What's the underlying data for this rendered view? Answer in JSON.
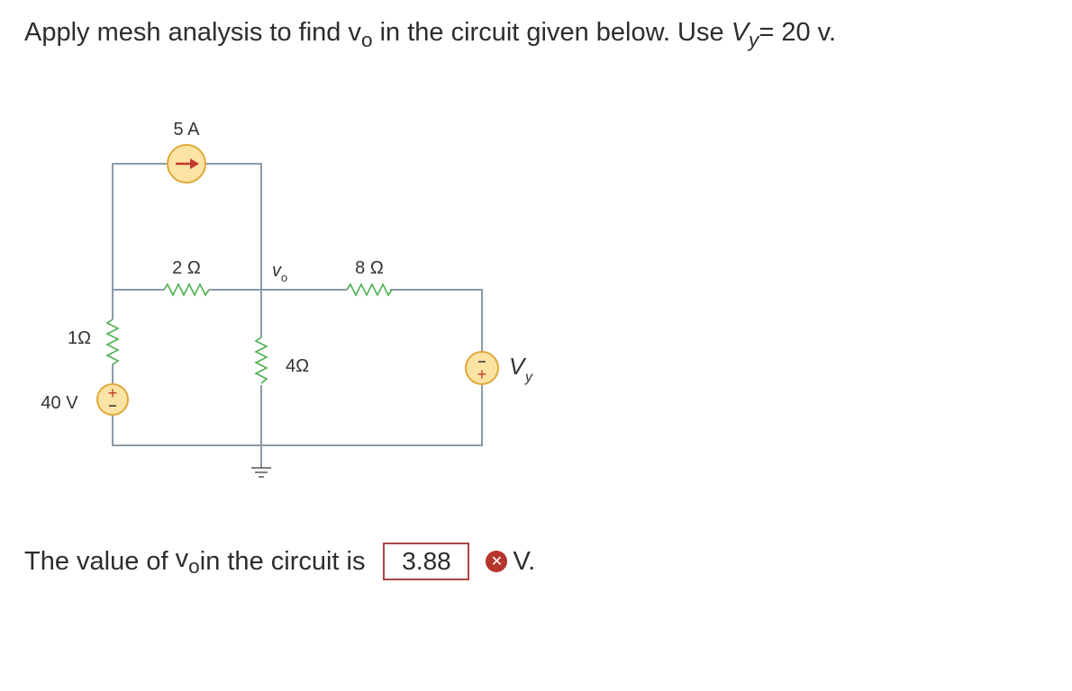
{
  "question": {
    "prefix": "Apply mesh analysis to find ",
    "var_main": "v",
    "var_sub": "o",
    "middle": " in the circuit given below. Use ",
    "vy_main": "V",
    "vy_sub": "y",
    "suffix": "= 20 v."
  },
  "circuit": {
    "current_source": "5 A",
    "r2": "2 Ω",
    "r8": "8 Ω",
    "r1": "1Ω",
    "r4": "4Ω",
    "vo_label": "v",
    "vo_sub": "o",
    "v40": "40 V",
    "vy_main": "V",
    "vy_sub": "y"
  },
  "answer": {
    "prefix": "The value of ",
    "var_main": "v",
    "var_sub": "o",
    "middle": " in the circuit is",
    "value": "3.88",
    "status_icon": "x-icon",
    "unit": "V."
  }
}
